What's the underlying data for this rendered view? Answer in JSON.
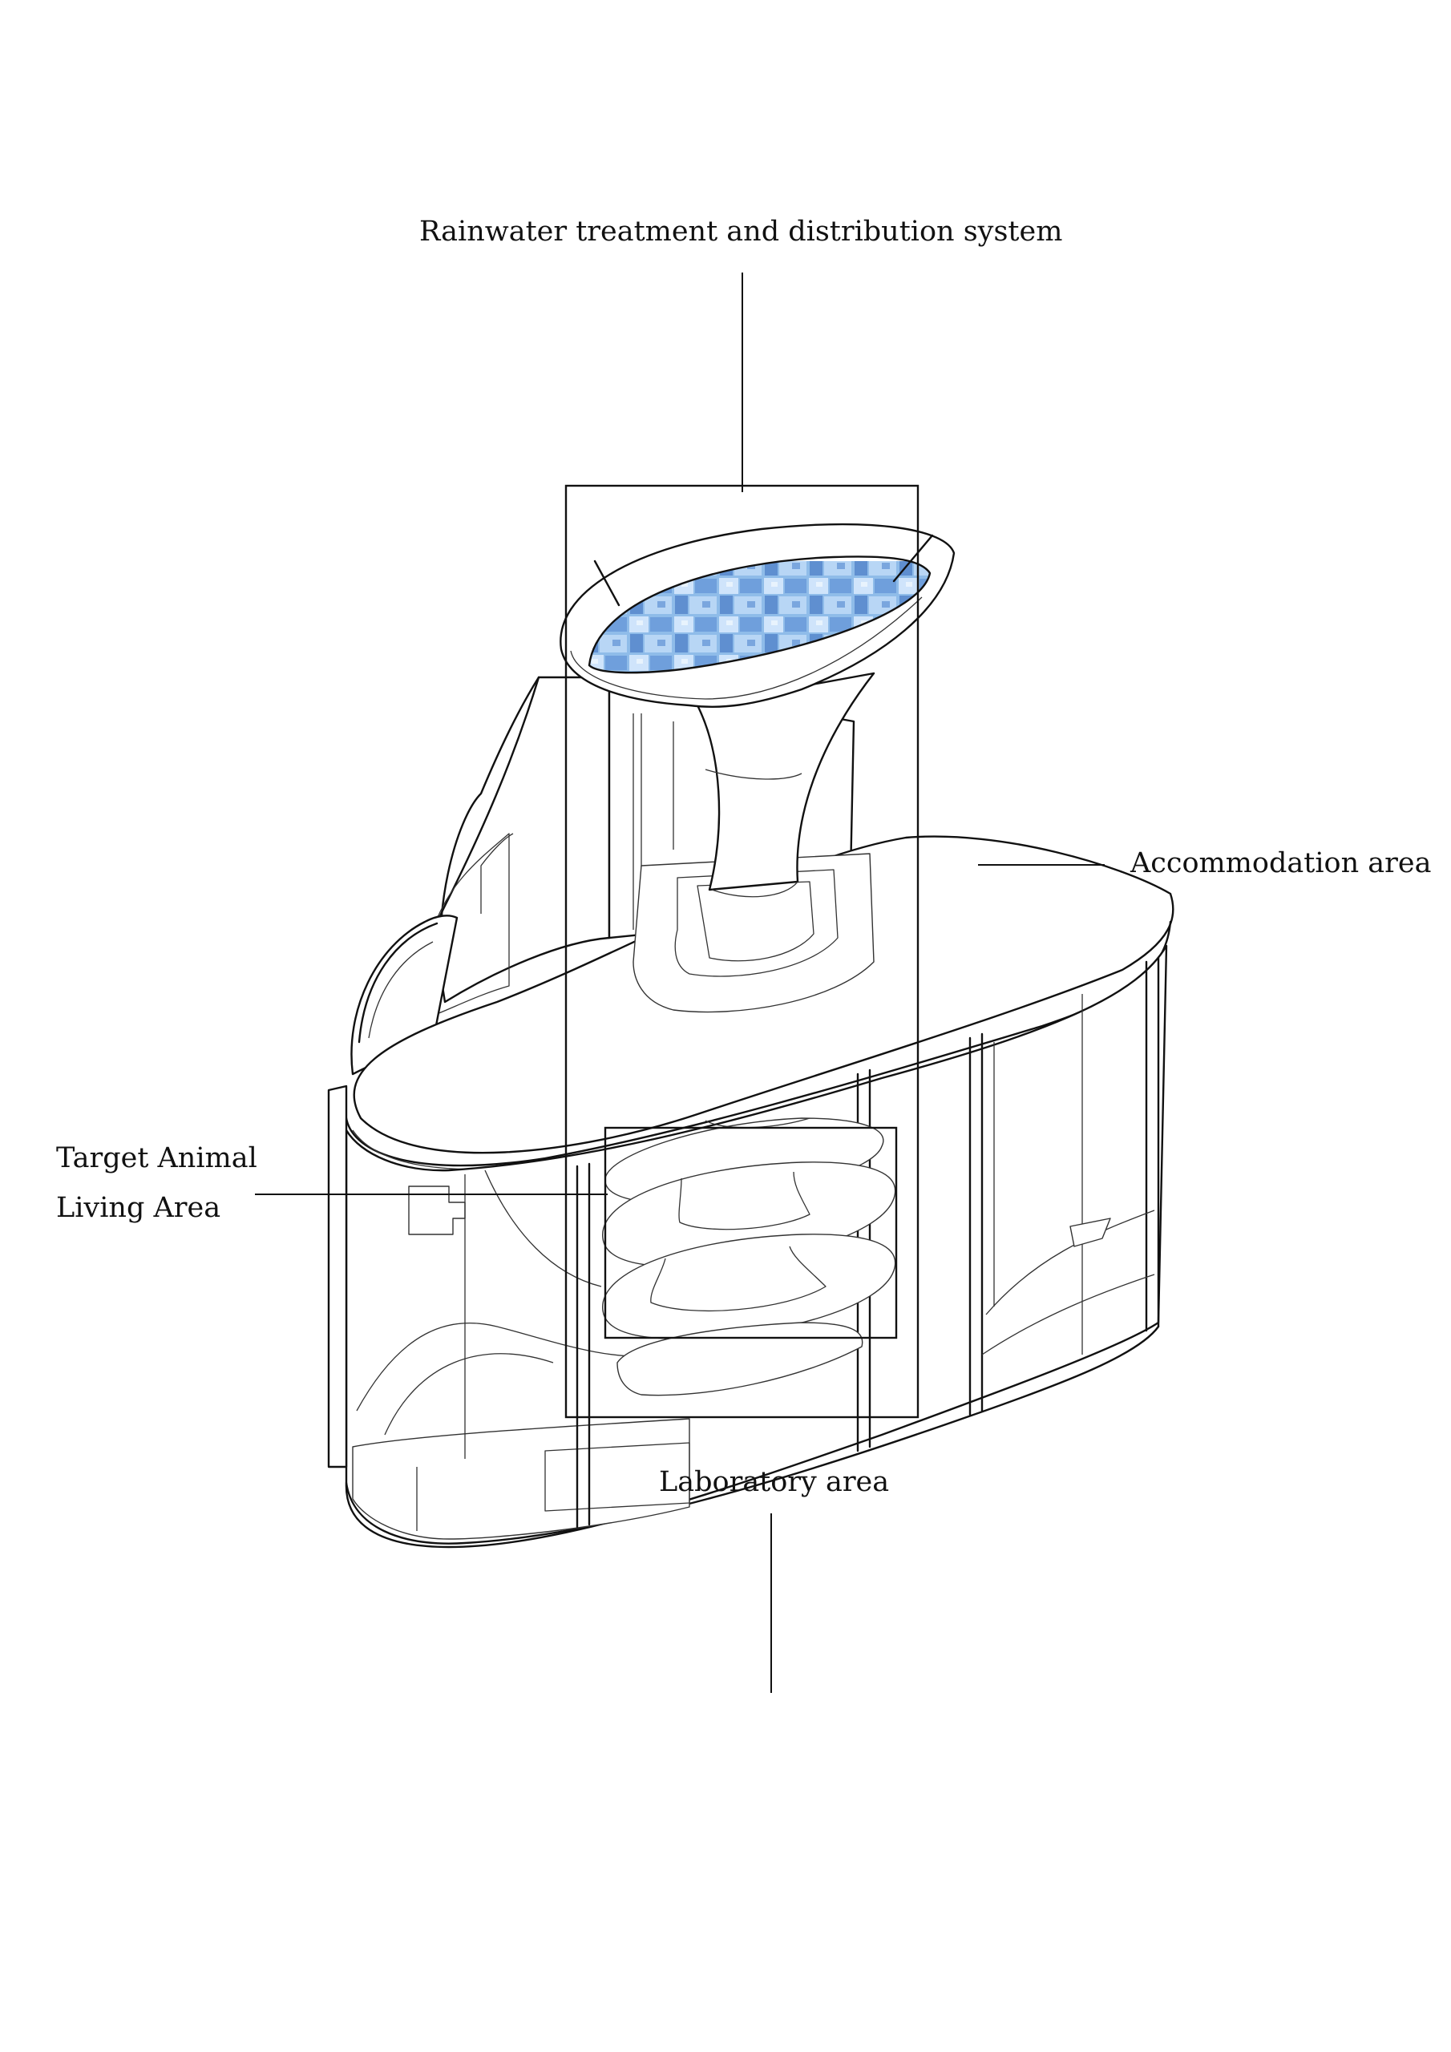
{
  "labels": {
    "rainwater": "Rainwater treatment and distribution system",
    "accommodation": "Accommodation area",
    "target_line1": "Target Animal",
    "target_line2": "Living Area",
    "laboratory": "Laboratory area"
  },
  "colors": {
    "line": "#111111",
    "background": "#ffffff",
    "water_light": "#cfe4fb",
    "water_mid": "#8fbce9",
    "water_dark": "#5f8fd0"
  }
}
